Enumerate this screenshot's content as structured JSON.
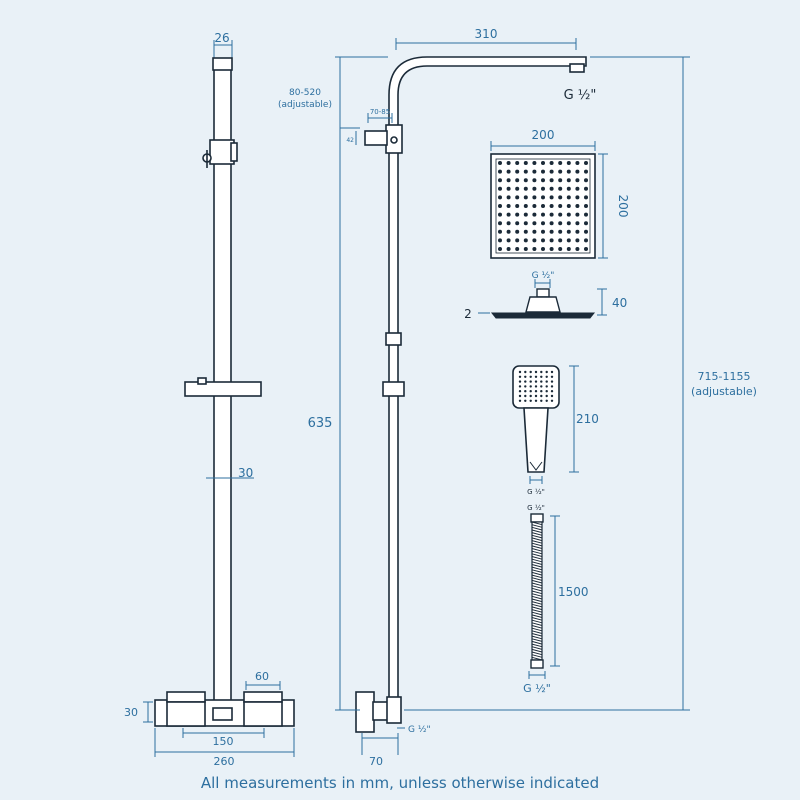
{
  "colors": {
    "background": "#e9f1f7",
    "dimension_lines": "#2d6f9f",
    "product_outline": "#1b2a38",
    "product_fill": "#ffffff"
  },
  "dimensions": {
    "pipe_top_width": "26",
    "arm_length": "310",
    "arm_drop": "80-520",
    "arm_drop_note": "(adjustable)",
    "thread_arm": "G ½\"",
    "bracket_small_w": "70-85",
    "bracket_small_h": "42",
    "head_width": "200",
    "head_height": "200",
    "head_connector": "G ½\"",
    "head_depth": "40",
    "head_plate": "2",
    "total_height": "715-1155",
    "total_height_note": "(adjustable)",
    "rail_height": "635",
    "rail_diameter": "30",
    "handset_length": "210",
    "handset_thread": "G ½\"",
    "hose_thread_top": "G ½\"",
    "hose_length": "1500",
    "hose_thread_bottom": "G ½\"",
    "valve_inlet_width": "60",
    "valve_height": "30",
    "valve_centres": "150",
    "valve_width": "260",
    "valve_projection": "70",
    "valve_thread": "G ½\""
  },
  "hose_segment_count": 52,
  "head_nozzle_grid": 11,
  "handset_nozzle_grid": 7,
  "footer_note": "All measurements in mm, unless otherwise indicated"
}
